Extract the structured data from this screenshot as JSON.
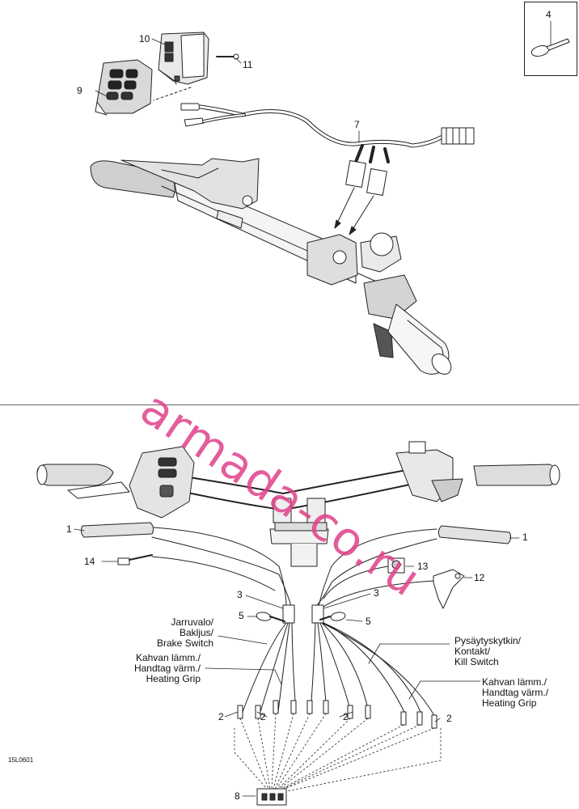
{
  "diagram": {
    "watermark": "armada-co.ru",
    "image_code": "15L0601",
    "callouts": {
      "c1a": "1",
      "c1b": "1",
      "c2a": "2",
      "c2b": "2",
      "c2c": "2",
      "c2d": "2",
      "c3a": "3",
      "c3b": "3",
      "c4": "4",
      "c5a": "5",
      "c5b": "5",
      "c7": "7",
      "c8": "8",
      "c9": "9",
      "c10": "10",
      "c11": "11",
      "c12": "12",
      "c13": "13",
      "c14": "14"
    },
    "labels": {
      "brake_switch": [
        "Jarruvalo/",
        "Bakljus/",
        "Brake Switch"
      ],
      "heating_grip_left": [
        "Kahvan lämm./",
        "Handtag värm./",
        "Heating Grip"
      ],
      "kill_switch": [
        "Pysäytyskytkin/",
        "Kontakt/",
        "Kill Switch"
      ],
      "heating_grip_right": [
        "Kahvan lämm./",
        "Handtag värm./",
        "Heating Grip"
      ]
    }
  }
}
